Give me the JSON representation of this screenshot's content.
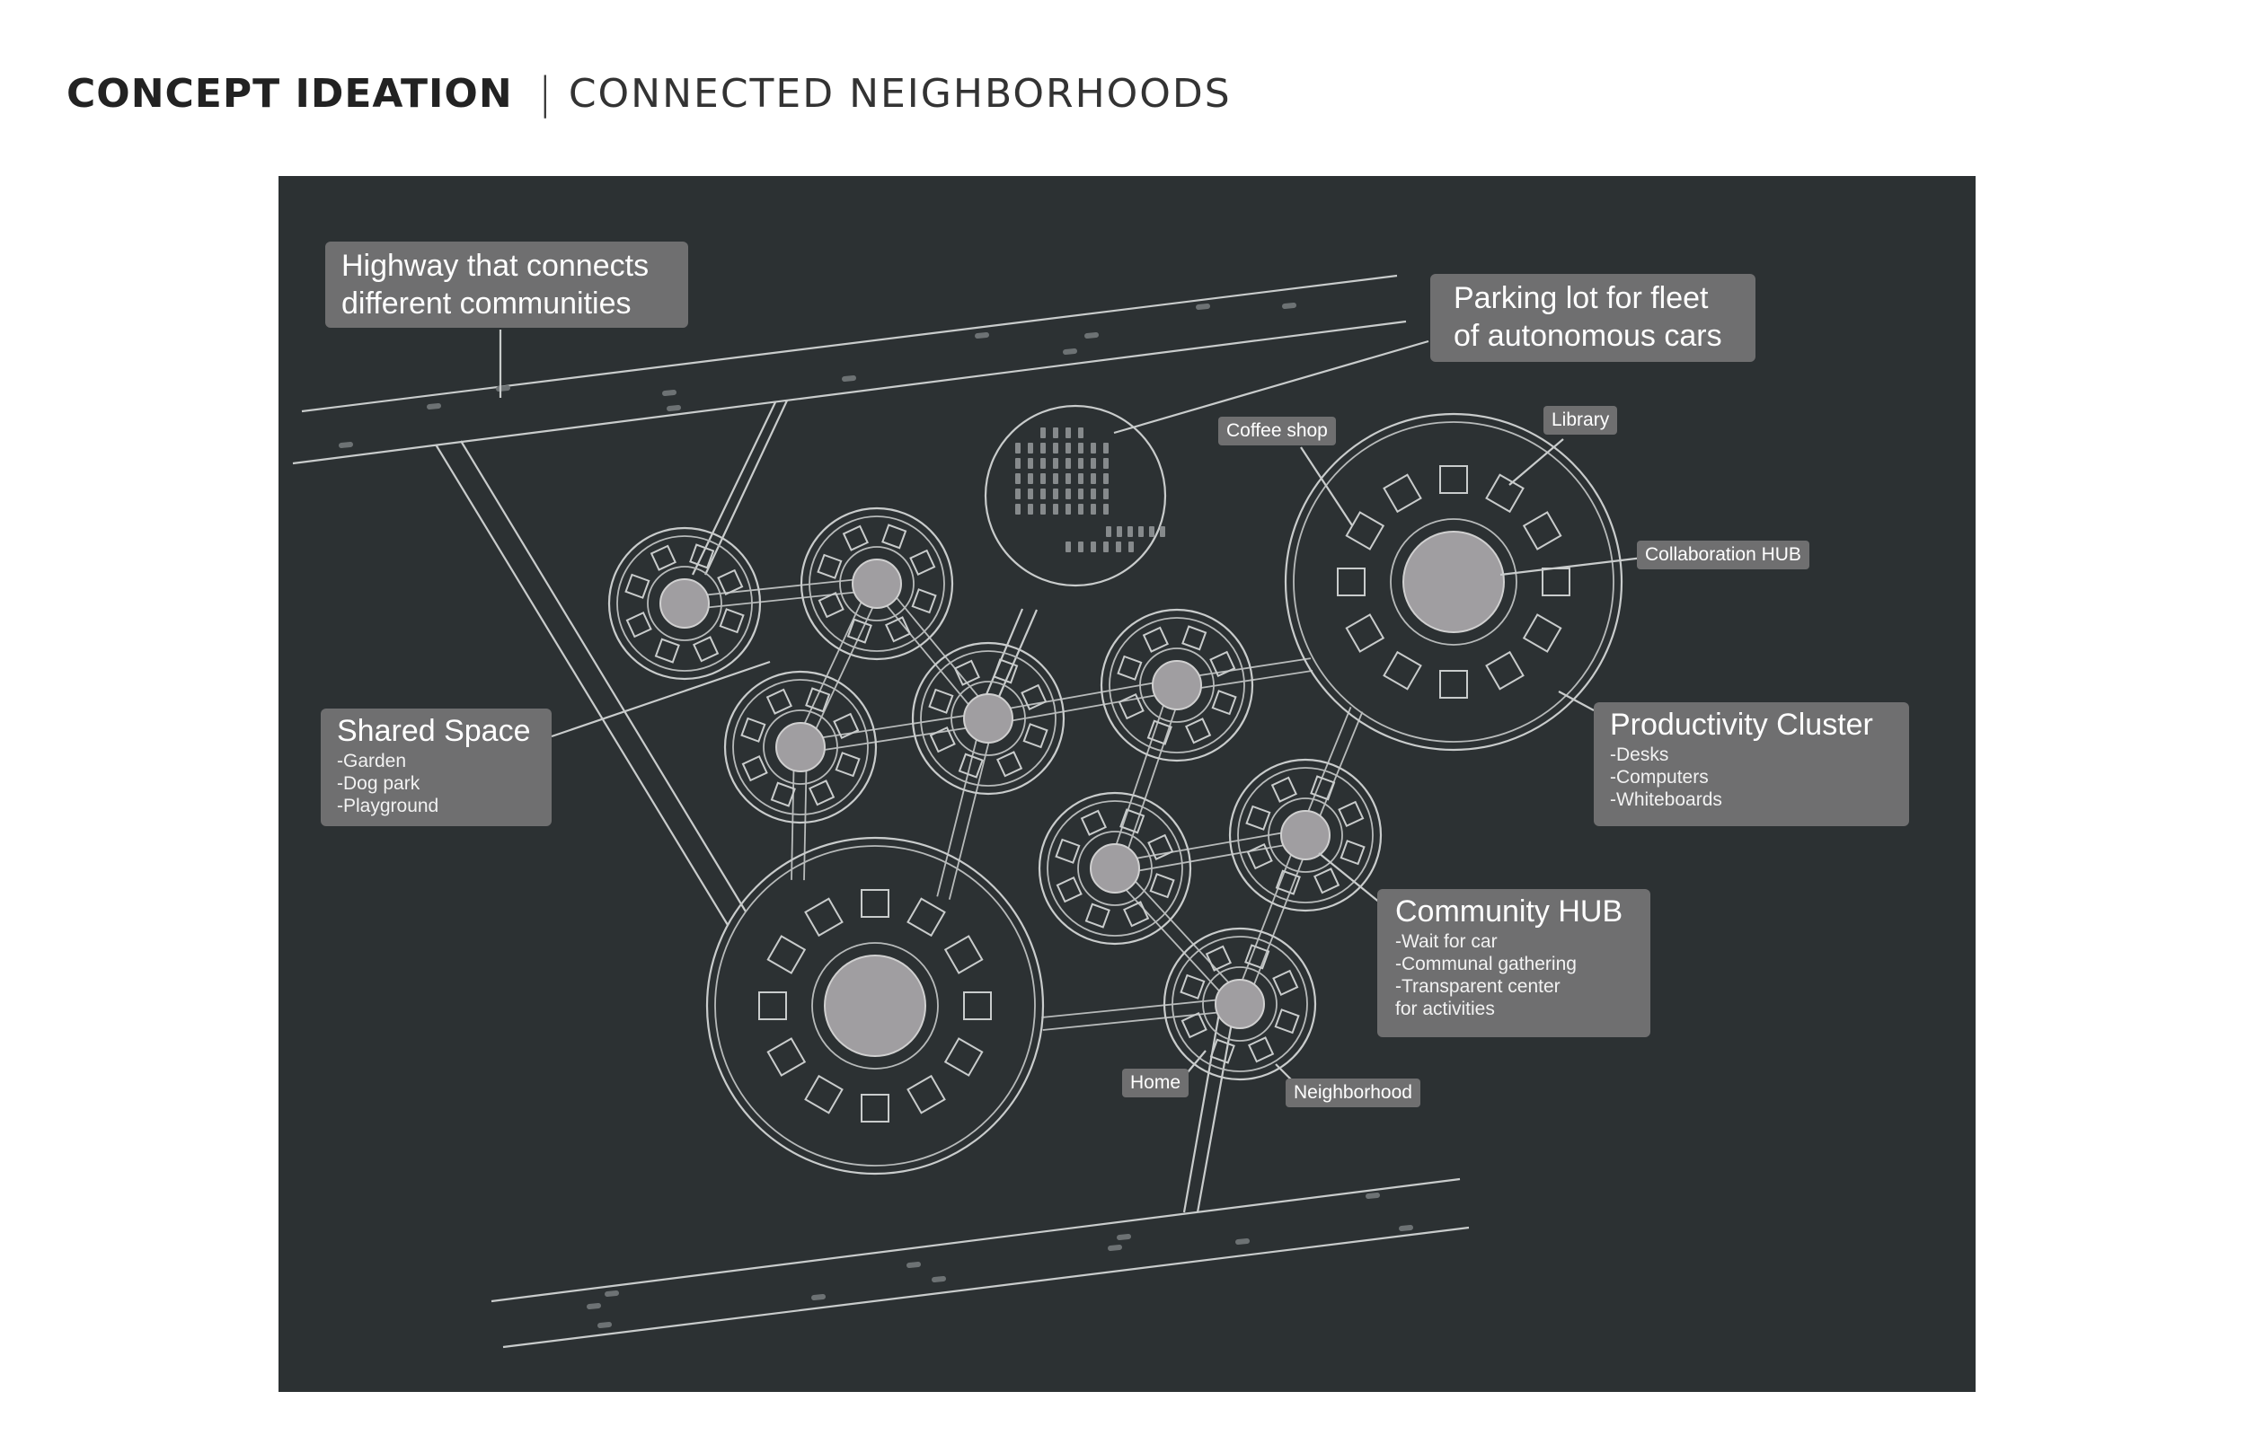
{
  "header": {
    "title": "CONCEPT IDEATION",
    "separator": "|",
    "subtitle": "CONNECTED NEIGHBORHOODS"
  },
  "callouts": {
    "highway": "Highway that connects different communities",
    "parking": "Parking lot for fleet of autonomous cars",
    "shared_space": {
      "title": "Shared Space",
      "items": [
        "-Garden",
        "-Dog park",
        "-Playground"
      ]
    },
    "productivity": {
      "title": "Productivity Cluster",
      "items": [
        "-Desks",
        "-Computers",
        "-Whiteboards"
      ]
    },
    "community_hub": {
      "title": "Community HUB",
      "items": [
        "-Wait for car",
        "-Communal gathering",
        "-Transparent center",
        "for activities"
      ]
    }
  },
  "tags": {
    "coffee_shop": "Coffee shop",
    "library": "Library",
    "collaboration_hub": "Collaboration HUB",
    "home": "Home",
    "neighborhood": "Neighborhood"
  },
  "colors": {
    "panel_background": "#2c3133",
    "callout_background": "#6f6f70",
    "hub_fill": "#a09ea1",
    "line": "#c9cccc"
  }
}
